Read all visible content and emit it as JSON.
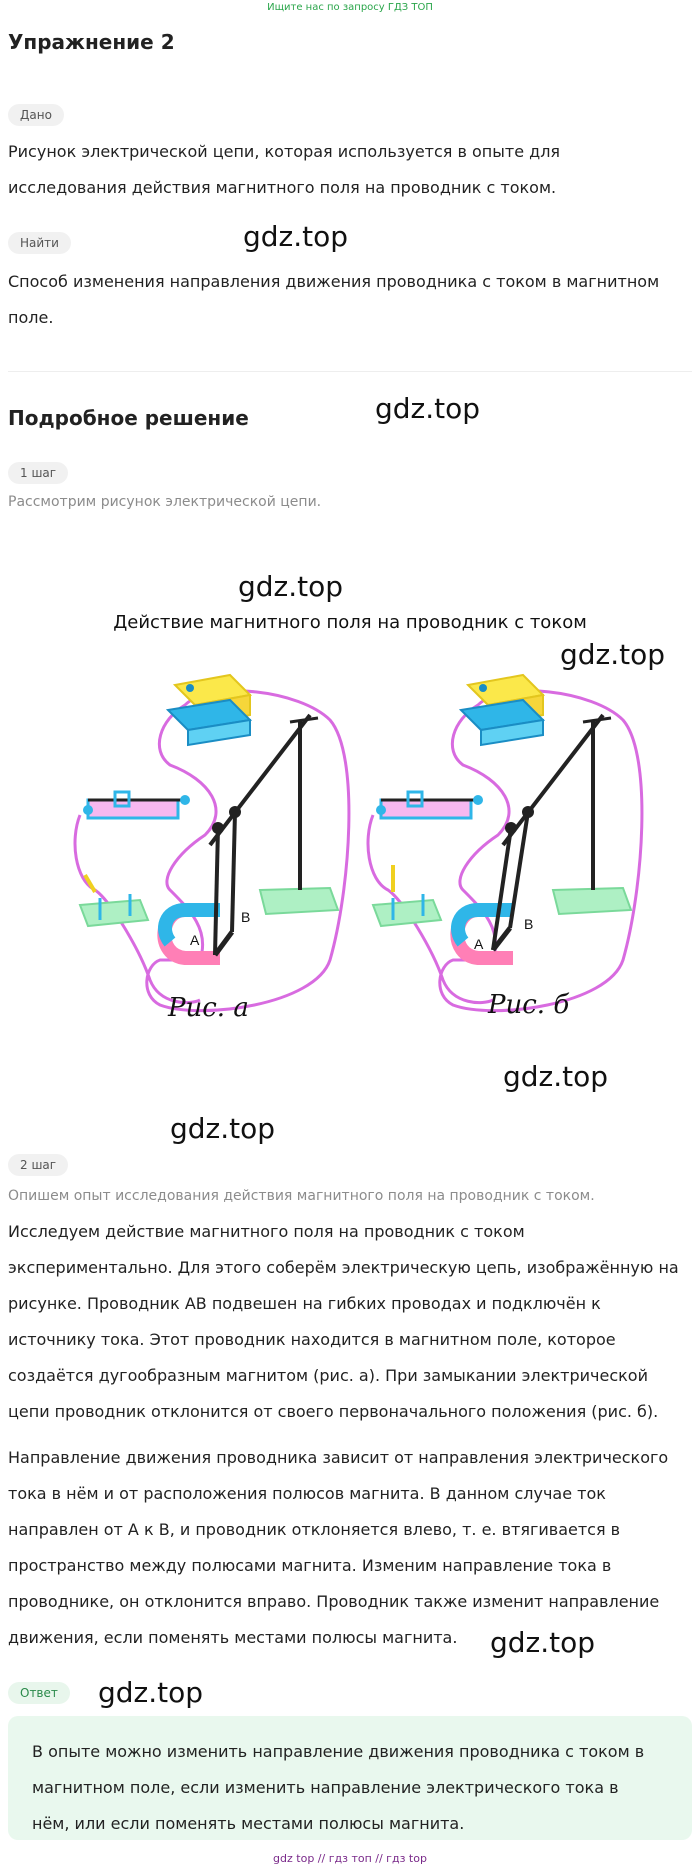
{
  "top_link": "Ищите нас по запросу ГДЗ ТОП",
  "title": "Упражнение 2",
  "given": {
    "label": "Дано",
    "text_line1": "Рисунок электрической цепи, которая используется в опыте для",
    "text_line2": "исследования действия магнитного поля на проводник с током."
  },
  "find": {
    "label": "Найти",
    "text_line1": "Способ изменения направления движения проводника с током в магнитном",
    "text_line2": "поле."
  },
  "solution": {
    "title": "Подробное решение",
    "step1": {
      "label": "1 шаг",
      "subtitle": "Рассмотрим рисунок электрической цепи."
    },
    "figure": {
      "title": "Действие магнитного поля на проводник с током",
      "caption_a": "Рис. а",
      "caption_b": "Рис. б",
      "label_A": "A",
      "label_B": "B"
    },
    "step2": {
      "label": "2 шаг",
      "subtitle": "Опишем опыт исследования действия магнитного поля на проводник с током.",
      "para1": [
        "Исследуем действие магнитного поля на проводник с током",
        "экспериментально. Для этого соберём электрическую цепь, изображённую на",
        "рисунке. Проводник AB подвешен на гибких проводах и подключён к",
        "источнику тока. Этот проводник находится в магнитном поле, которое",
        "создаётся дугообразным магнитом (рис. а). При замыкании электрической",
        "цепи проводник отклонится от своего первоначального положения (рис. б)."
      ],
      "para2": [
        "Направление движения проводника зависит от направления электрического",
        "тока в нём и от расположения полюсов магнита. В данном случае ток",
        "направлен от A к B, и проводник отклоняется влево, т. е. втягивается в",
        "пространство между полюсами магнита. Изменим направление тока в",
        "проводнике, он отклонится вправо. Проводник также изменит направление",
        "движения, если поменять местами полюсы магнита."
      ]
    }
  },
  "answer": {
    "label": "Ответ",
    "lines": [
      "В опыте можно изменить направление движения проводника с током в",
      "магнитном поле, если изменить направление электрического тока в",
      "нём, или если поменять местами полюсы магнита."
    ]
  },
  "watermark": "gdz.top",
  "bottom_link": "gdz top // гдз топ // гдз top",
  "colors": {
    "accent_green": "#2aa54a",
    "answer_bg": "#e9f8ee",
    "badge_bg": "#f1f1f1",
    "bottom_link": "#7a2a8a"
  }
}
